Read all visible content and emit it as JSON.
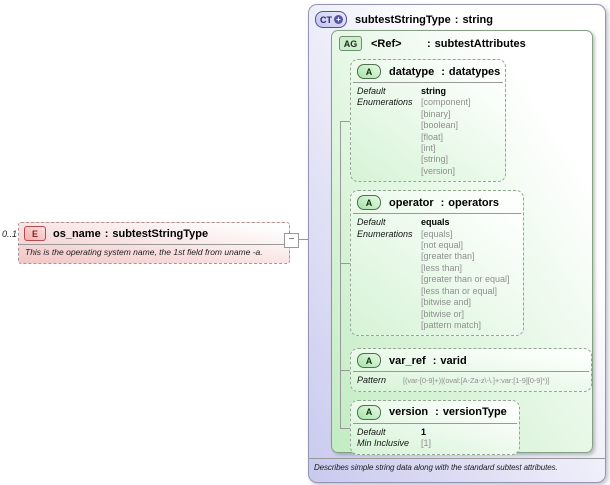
{
  "ui": {
    "colon": ":"
  },
  "colors": {
    "element_accent": "#f2c6c6",
    "element_border": "#ab9494",
    "attribute_accent": "#d6f3d6",
    "group_accent": "#c2ecc2",
    "type_accent": "#c9c9ee",
    "line": "#999999",
    "enum_text": "#8f8f8f"
  },
  "element": {
    "cardinality": "0..1",
    "badge": "E",
    "name": "os_name",
    "type": "subtestStringType",
    "annotation": "This is the operating system name, the 1st field from uname -a.",
    "collapse_glyph": "−"
  },
  "complex_type": {
    "badge": "CT",
    "expand_glyph": "+",
    "name": "subtestStringType",
    "base": "string",
    "annotation": "Describes simple string data along with the standard subtest attributes.",
    "attribute_group": {
      "badge": "AG",
      "ref_label": "<Ref>",
      "type": "subtestAttributes",
      "attributes": [
        {
          "badge": "A",
          "name": "datatype",
          "type": "datatypes",
          "facets": [
            {
              "label": "Default",
              "style": "default",
              "values": [
                "string"
              ]
            },
            {
              "label": "Enumerations",
              "style": "enum",
              "values": [
                "[component]",
                "[binary]",
                "[boolean]",
                "[float]",
                "[int]",
                "[string]",
                "[version]"
              ]
            }
          ]
        },
        {
          "badge": "A",
          "name": "operator",
          "type": "operators",
          "facets": [
            {
              "label": "Default",
              "style": "default",
              "values": [
                "equals"
              ]
            },
            {
              "label": "Enumerations",
              "style": "enum",
              "values": [
                "[equals]",
                "[not equal]",
                "[greater than]",
                "[less than]",
                "[greater than or equal]",
                "[less than or equal]",
                "[bitwise and]",
                "[bitwise or]",
                "[pattern match]"
              ]
            }
          ]
        },
        {
          "badge": "A",
          "name": "var_ref",
          "type": "varid",
          "facets": [
            {
              "label": "Pattern",
              "style": "pattern",
              "values": [
                "[(var-[0-9]+)|(oval:[A-Za-z\\-\\.]+:var:[1-9][0-9]*)]"
              ]
            }
          ]
        },
        {
          "badge": "A",
          "name": "version",
          "type": "versionType",
          "facets": [
            {
              "label": "Default",
              "style": "default",
              "values": [
                "1"
              ]
            },
            {
              "label": "Min Inclusive",
              "style": "enum",
              "values": [
                "[1]"
              ]
            }
          ]
        }
      ]
    }
  }
}
